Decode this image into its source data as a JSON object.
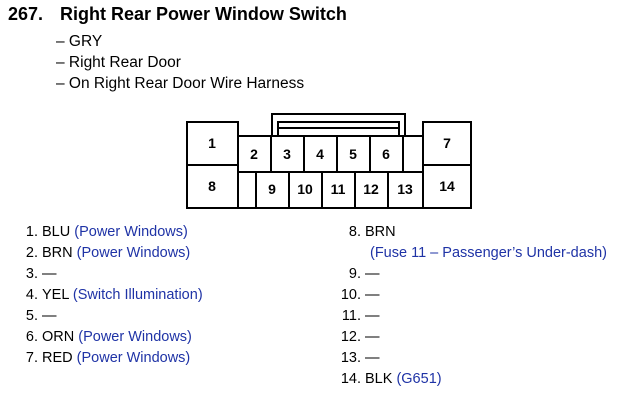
{
  "title": {
    "number": "267.",
    "text": "Right Rear Power Window Switch"
  },
  "subtitles": [
    "– GRY",
    "– Right Rear Door",
    "– On Right Rear Door Wire Harness"
  ],
  "connector": {
    "pins": [
      "1",
      "2",
      "3",
      "4",
      "5",
      "6",
      "7",
      "8",
      "9",
      "10",
      "11",
      "12",
      "13",
      "14"
    ]
  },
  "pin_list_left": [
    {
      "num": "1.",
      "wire": "BLU",
      "note": "(Power Windows)"
    },
    {
      "num": "2.",
      "wire": "BRN",
      "note": "(Power Windows)"
    },
    {
      "num": "3.",
      "wire": "—",
      "note": ""
    },
    {
      "num": "4.",
      "wire": "YEL",
      "note": "(Switch Illumination)"
    },
    {
      "num": "5.",
      "wire": "—",
      "note": ""
    },
    {
      "num": "6.",
      "wire": "ORN",
      "note": "(Power Windows)"
    },
    {
      "num": "7.",
      "wire": "RED",
      "note": "(Power Windows)"
    }
  ],
  "pin_list_right": [
    {
      "num": "8.",
      "wire": "BRN",
      "note": ""
    },
    {
      "num": "",
      "wire": "",
      "note": "(Fuse 11 – Passenger’s Under-dash)"
    },
    {
      "num": "9.",
      "wire": "—",
      "note": ""
    },
    {
      "num": "10.",
      "wire": "—",
      "note": ""
    },
    {
      "num": "11.",
      "wire": "—",
      "note": ""
    },
    {
      "num": "12.",
      "wire": "—",
      "note": ""
    },
    {
      "num": "13.",
      "wire": "—",
      "note": ""
    },
    {
      "num": "14.",
      "wire": "BLK",
      "note": "(G651)"
    }
  ],
  "colors": {
    "note_text": "#1f33a6",
    "text": "#000000",
    "line": "#000000"
  }
}
